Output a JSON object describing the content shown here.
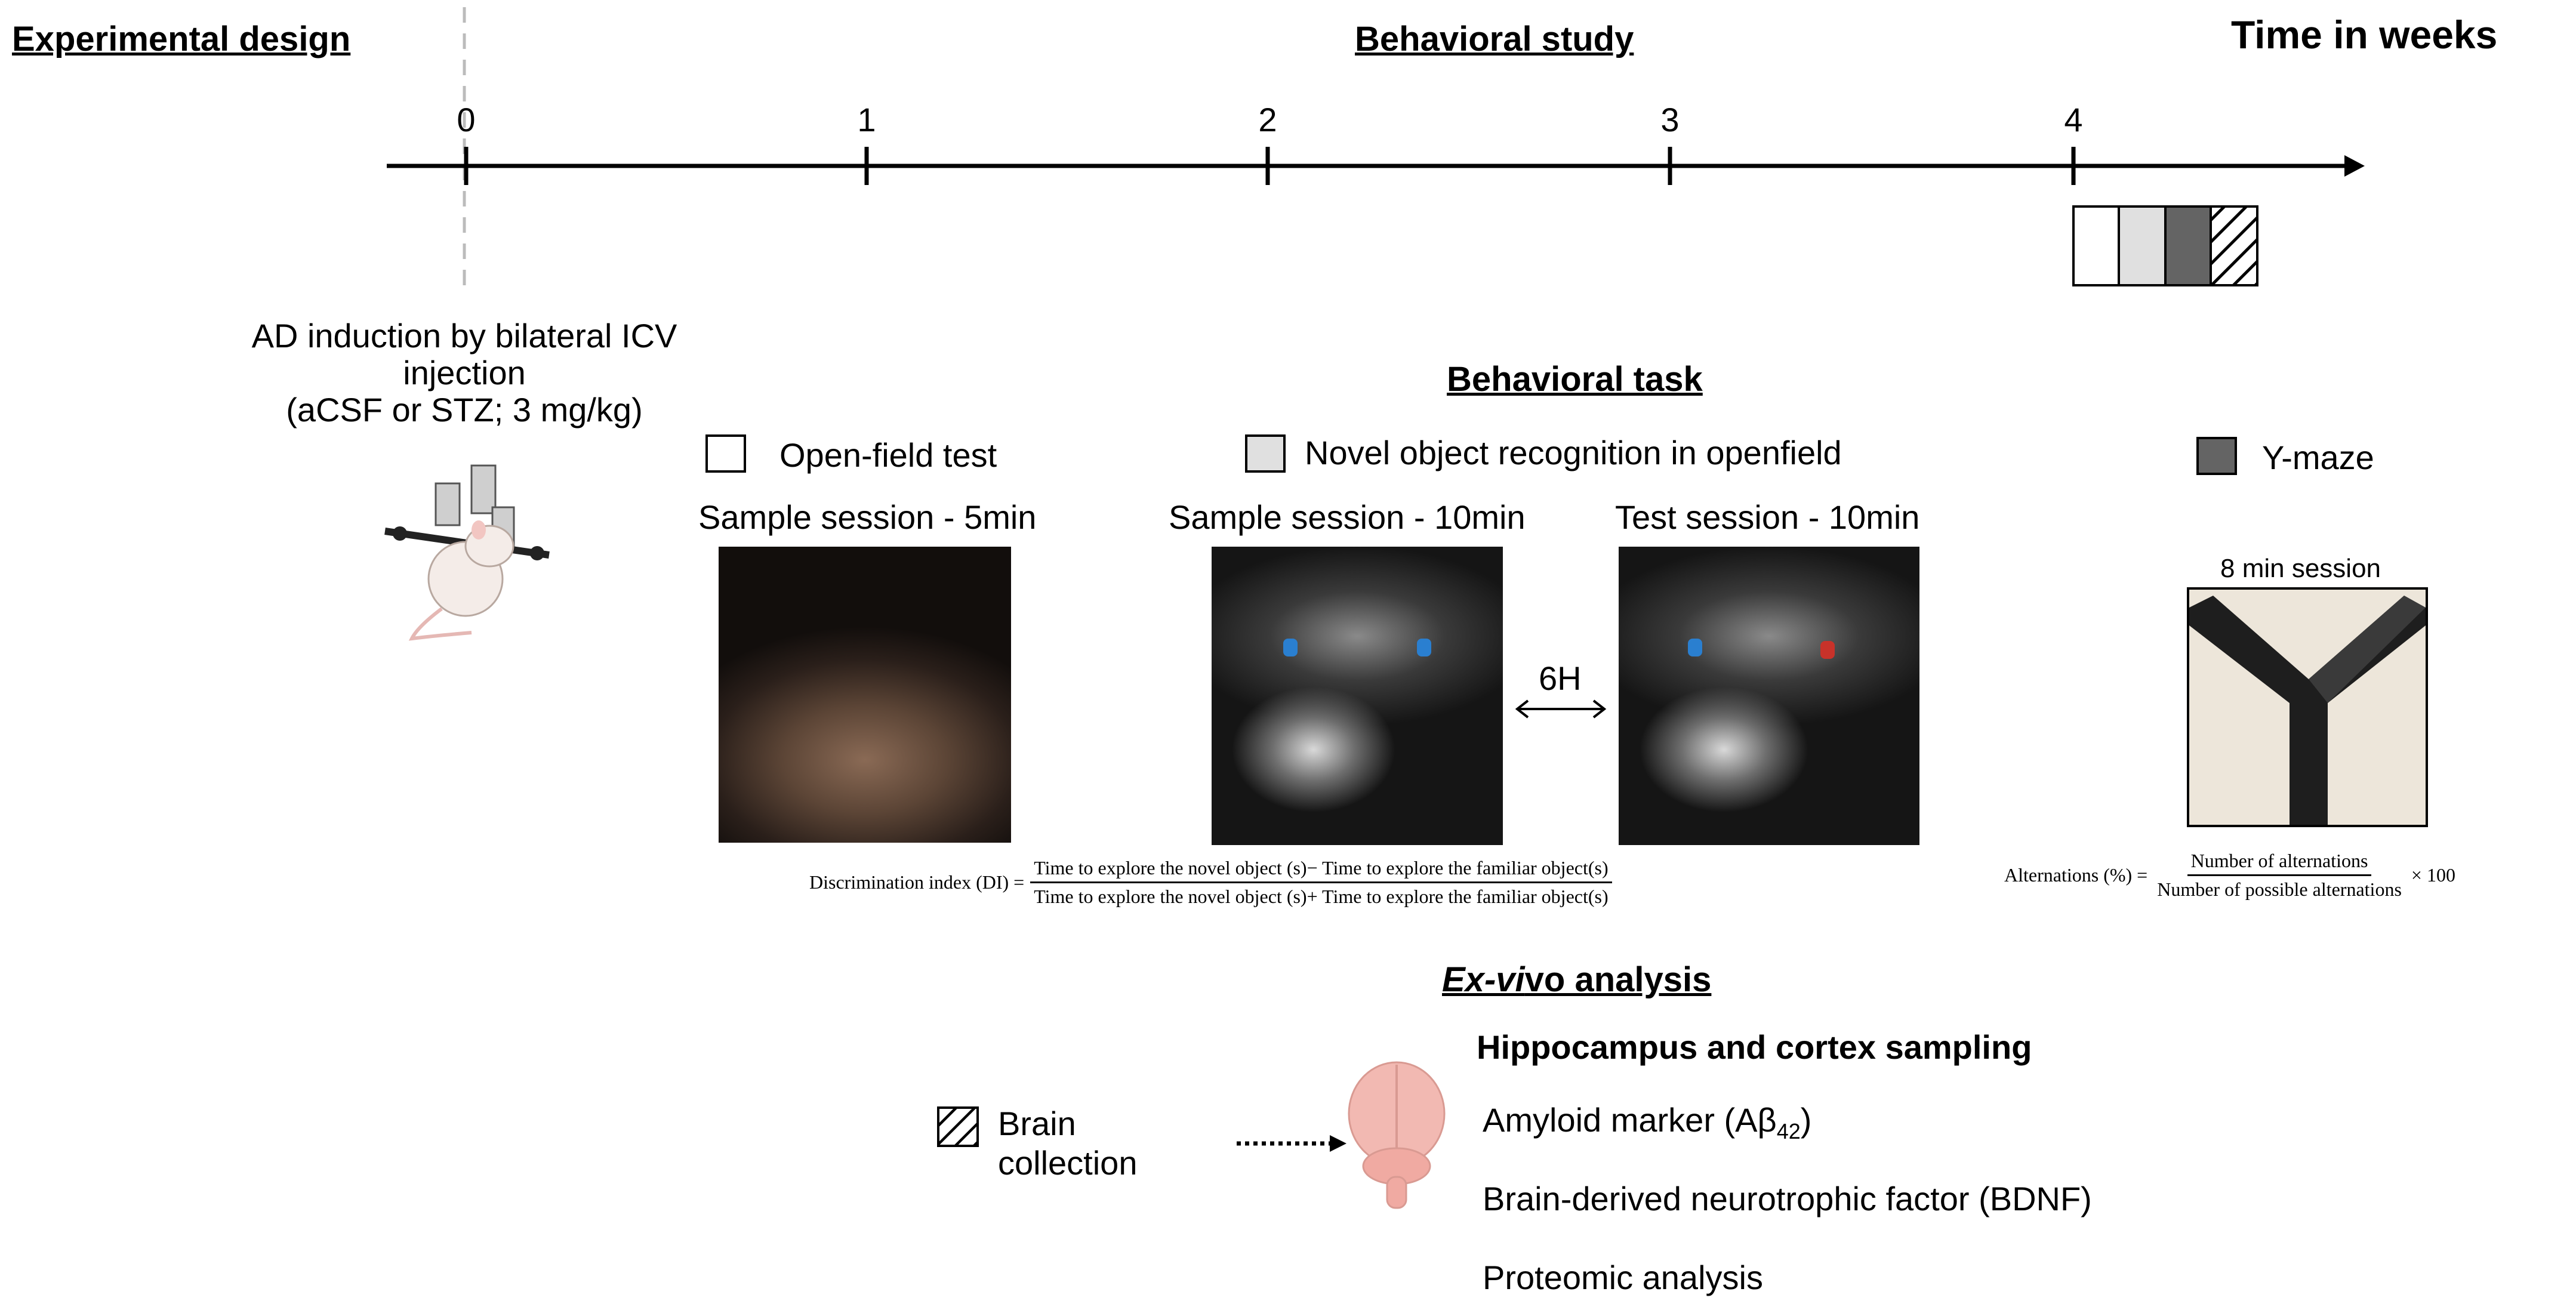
{
  "headers": {
    "experimental_design": "Experimental design",
    "behavioral_study": "Behavioral study",
    "time_in_weeks": "Time in weeks",
    "behavioral_task": "Behavioral task",
    "exvivo_italic": "Ex-vi",
    "exvivo_rest": "vo analysis"
  },
  "timeline": {
    "ticks": [
      "0",
      "1",
      "2",
      "3",
      "4"
    ],
    "phases": [
      {
        "name": "Open-field test",
        "color": "#ffffff"
      },
      {
        "name": "Novel object recognition in openfield",
        "color": "#e0e0e0"
      },
      {
        "name": "Y-maze",
        "color": "#646464"
      },
      {
        "name": "Brain collection",
        "color": "hatched"
      }
    ]
  },
  "induction": {
    "line1": "AD induction by bilateral ICV",
    "line2": "injection",
    "line3": "(aCSF or STZ;  3 mg/kg)"
  },
  "tasks": {
    "open_field": {
      "label": "Open-field test",
      "session": "Sample session - 5min"
    },
    "nor": {
      "label": "Novel object recognition in openfield",
      "sample_session": "Sample session - 10min",
      "test_session": "Test session - 10min",
      "interval": "6H"
    },
    "ymaze": {
      "label": "Y-maze",
      "session": "8 min session"
    }
  },
  "formulas": {
    "di_lhs": "Discrimination index (DI) =",
    "di_num": "Time to explore the novel object (s)− Time to explore the familiar object(s)",
    "di_den": "Time to explore the novel object (s)+ Time to explore the familiar object(s)",
    "alt_lhs": "Alternations (%) =",
    "alt_num": "Number of alternations",
    "alt_den": "Number of possible alternations",
    "alt_rhs": "× 100"
  },
  "exvivo": {
    "brain_collection_line1": "Brain",
    "brain_collection_line2": "collection",
    "sampling_title": "Hippocampus and cortex sampling",
    "amyloid_prefix": "Amyloid marker (Aβ",
    "amyloid_sub": "42",
    "amyloid_suffix": ")",
    "bdnf": "Brain-derived neurotrophic factor (BDNF)",
    "proteomic": "Proteomic analysis"
  },
  "colors": {
    "swatch_light": "#e0e0e0",
    "swatch_dark": "#646464",
    "photo_dark": "#151515",
    "brain_pink": "#f2b9b2"
  }
}
